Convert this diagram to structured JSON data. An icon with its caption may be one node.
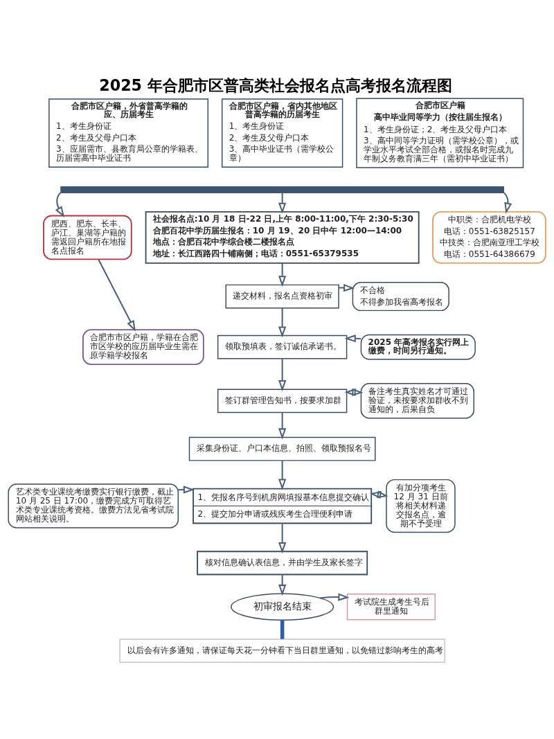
{
  "diagram": {
    "title": "2025 年合肥市区普高类社会报名点高考报名流程图",
    "nodes": [
      {
        "text": [
          "合肥市区户籍，外省普高学籍的应、历届考生",
          "1、考生身份证",
          "2、考生及父母户口本",
          "3、应届需市、县教育局公章的学籍表、历届需高中毕业证书"
        ]
      },
      {
        "text": [
          "合肥市区户籍，省内其他地区普高学籍的历届考生",
          "1、考生身份证",
          "2、考生及父母户口本",
          "3、高中毕业证书（需学校公章）"
        ]
      },
      {
        "text": [
          "合肥市区户籍",
          "高中毕业同等学力（按往届生报名）",
          "1、考生身份证；2、考生及父母户口本",
          "3、高中同等学力证明（需学校公章），或学业水平考试全部合格，或报名时完成九年制义务教育满三年（需初中毕业证书）"
        ]
      },
      {
        "text": [],
        "shape": "bar"
      },
      {
        "text": [
          "肥西、肥东、长丰、庐江、巢湖等户籍的需返回户籍所在地报名点报名"
        ]
      },
      {
        "text": [
          "社会报名点:10 月 18 日-22 日,上午 8:00-11:00,下午 2:30-5:30",
          "合肥百花中学历届生报名：10 月 19、20 日中午 12:00—14:00",
          "地点：合肥百花中学综合楼二楼报名点",
          "地址：长江西路四十铺南侧；电话：0551-65379535"
        ]
      },
      {
        "text": [
          "中职类：合肥机电学校",
          "电话：0551-63825157",
          "中技类：合肥南亚理工学校",
          "电话：0551-64386679"
        ]
      },
      {
        "text": [
          "合肥市市区户籍，学籍在合肥市区学校的应历届毕业生需在原学籍学校报名"
        ]
      },
      {
        "text": [
          "递交材料，报名点资格初审"
        ]
      },
      {
        "text": [
          "不合格",
          "不得参加我省高考报名"
        ]
      },
      {
        "text": [
          "领取预填表，签订诚信承诺书。"
        ]
      },
      {
        "text": [
          "2025 年高考报名实行网上缴费，时间另行通知。"
        ]
      },
      {
        "text": [
          "签订群管理告知书，按要求加群"
        ]
      },
      {
        "text": [
          "备注考生真实姓名才可通过验证，未按要求加群收不到通知的，后果自负"
        ]
      },
      {
        "text": [
          "采集身份证、户口本信息、拍照、领取预报名号"
        ]
      },
      {
        "text": [
          "艺术类专业课统考缴费实行银行缴费，截止 10 月 25 日 17:00，缴费完成方可取得艺术类专业课统考资格。缴费方法见省考试院网站相关说明。"
        ]
      },
      {
        "text": [
          "1、凭报名序号到机房网填报基本信息提交确认",
          "2、提交加分申请或残疾考生合理便利申请"
        ]
      },
      {
        "text": [
          "有加分项考生 12 月 31 日前将相关材料递交报名点，逾期不予受理"
        ]
      },
      {
        "text": [
          "核对信息确认表信息，并由学生及家长签字"
        ]
      },
      {
        "text": [
          "初审报名结束"
        ]
      },
      {
        "text": [
          "考试院生成考生号后群里通知"
        ]
      },
      {
        "text": [
          "以后会有许多通知，请保证每天花一分钟看下当日群里通知，以免错过影响考生的高考"
        ]
      }
    ],
    "edges": [
      {
        "from": 3,
        "to": 4,
        "arrow": "to"
      },
      {
        "from": 3,
        "to": 5,
        "arrow": "to"
      },
      {
        "from": 3,
        "to": 6,
        "arrow": "to"
      },
      {
        "from": 4,
        "to": 7,
        "arrow": "to"
      },
      {
        "from": 5,
        "to": 8,
        "arrow": "to"
      },
      {
        "from": 8,
        "to": 9,
        "arrow": "to"
      },
      {
        "from": 8,
        "to": 10,
        "arrow": "to"
      },
      {
        "from": 11,
        "to": 10,
        "arrow": "to"
      },
      {
        "from": 10,
        "to": 12,
        "arrow": "to"
      },
      {
        "from": 12,
        "to": 13,
        "arrow": "both"
      },
      {
        "from": 12,
        "to": 14,
        "arrow": "to"
      },
      {
        "from": 14,
        "to": 16,
        "arrow": "to"
      },
      {
        "from": 15,
        "to": 16,
        "arrow": "to"
      },
      {
        "from": 16,
        "to": 17,
        "arrow": "both"
      },
      {
        "from": 16,
        "to": 18,
        "arrow": "to"
      },
      {
        "from": 18,
        "to": 19,
        "arrow": "to"
      },
      {
        "from": 19,
        "to": 20,
        "arrow": "to"
      },
      {
        "from": 19,
        "to": 21,
        "arrow": "none",
        "style": "thick",
        "color": "#2f5fa8"
      }
    ]
  }
}
